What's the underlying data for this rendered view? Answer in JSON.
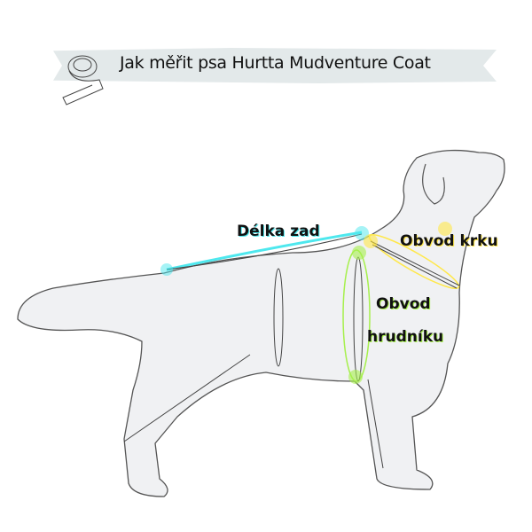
{
  "header": {
    "title": "Jak měřit psa Hurtta Mudventure Coat",
    "icon": "measuring-tape-icon"
  },
  "labels": {
    "back_length": "Délka zad",
    "neck_girth": "Obvod krku",
    "chest_girth_line1": "Obvod",
    "chest_girth_line2": "hrudníku"
  },
  "colors": {
    "back": "#4ee8ee",
    "neck": "#ffe84a",
    "chest": "#a6f04c",
    "dog_fill": "#f0f1f3",
    "outline": "#555555",
    "banner": "#e3e9ea"
  }
}
